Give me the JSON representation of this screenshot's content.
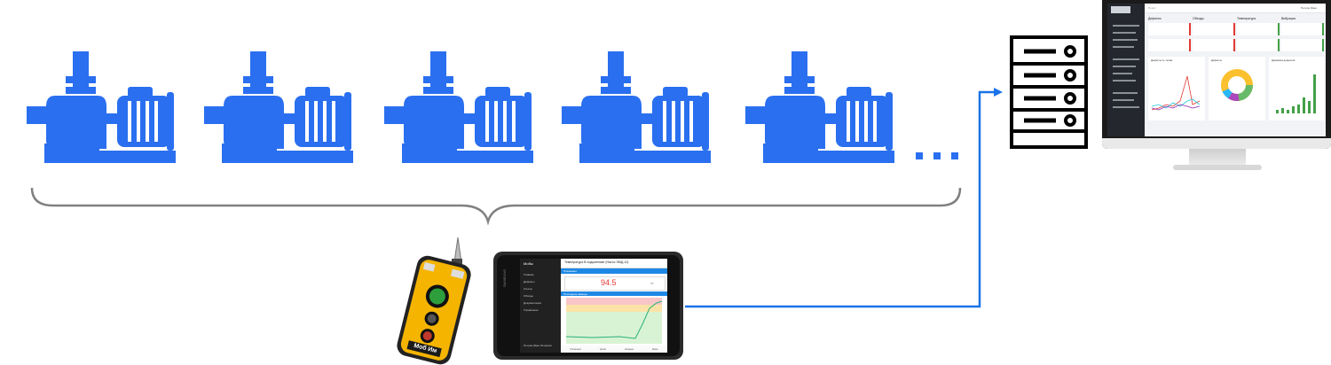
{
  "colors": {
    "pump": "#2a6ff0",
    "brace": "#777777",
    "link": "#1a73e8",
    "server": "#000000",
    "monitor_frame": "#1b1b1b",
    "dashboard_sidebar": "#24272d",
    "tablet_header": "#1e88e5",
    "reading": "#e53935",
    "meter_body": "#f4b400"
  },
  "pumps": {
    "count": 5,
    "icon": "centrifugal-pump-icon",
    "ellipsis": "..."
  },
  "meter": {
    "icon": "vibration-meter-icon",
    "label": "Моб Им"
  },
  "tablet": {
    "brand": "SAMSUNG",
    "app_title": "Мобы",
    "screen_title": "Температура В подшипнике (Насос ЭМД-10)",
    "section_label": "Показания",
    "reading": "94.5",
    "unit": "°С",
    "chart_label": "Последние замеры",
    "menu": [
      "Главная",
      "Дефекты",
      "Агенты",
      "Обходы",
      "Документация",
      "Управление"
    ],
    "bottom_tabs": [
      "Показания",
      "Архив",
      "Сводная",
      "Инфо"
    ],
    "user_name": "Петров Иван Петрович"
  },
  "server": {
    "icon": "server-rack-icon"
  },
  "dashboard": {
    "search_placeholder": "Поиск",
    "user": "Петров Иван",
    "columns": [
      "Дефекты",
      "Обходы",
      "Температура",
      "Вибрация"
    ],
    "chart_titles": [
      "Дефекты по типам",
      "Дефекты",
      "Динамика дефектов"
    ]
  }
}
